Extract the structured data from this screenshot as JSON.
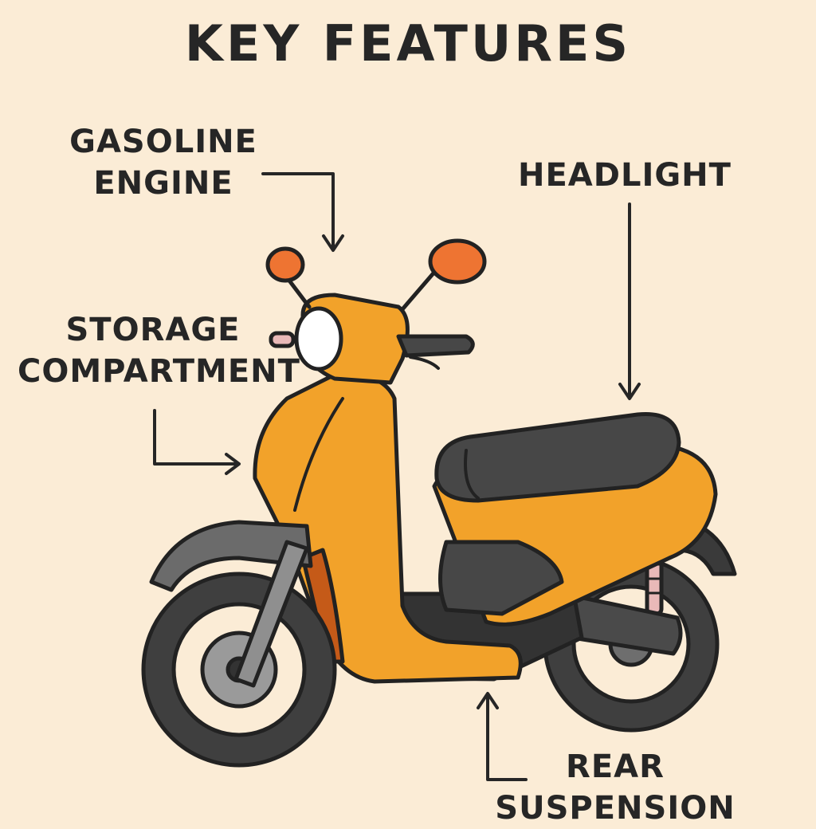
{
  "title": "KEY FEATURES",
  "callouts": {
    "gasoline_engine": [
      "GASOLINE",
      "ENGINE"
    ],
    "storage_compartment": [
      "STORAGE",
      "COMPARTMENT"
    ],
    "headlight": [
      "HEADLIGHT"
    ],
    "rear_suspension": [
      "REAR",
      "SUSPENSION"
    ]
  },
  "colors": {
    "background": "#fbecd6",
    "body": "#f2a22a",
    "seat": "#474747",
    "mirror": "#ee7432",
    "outline": "#222222"
  }
}
